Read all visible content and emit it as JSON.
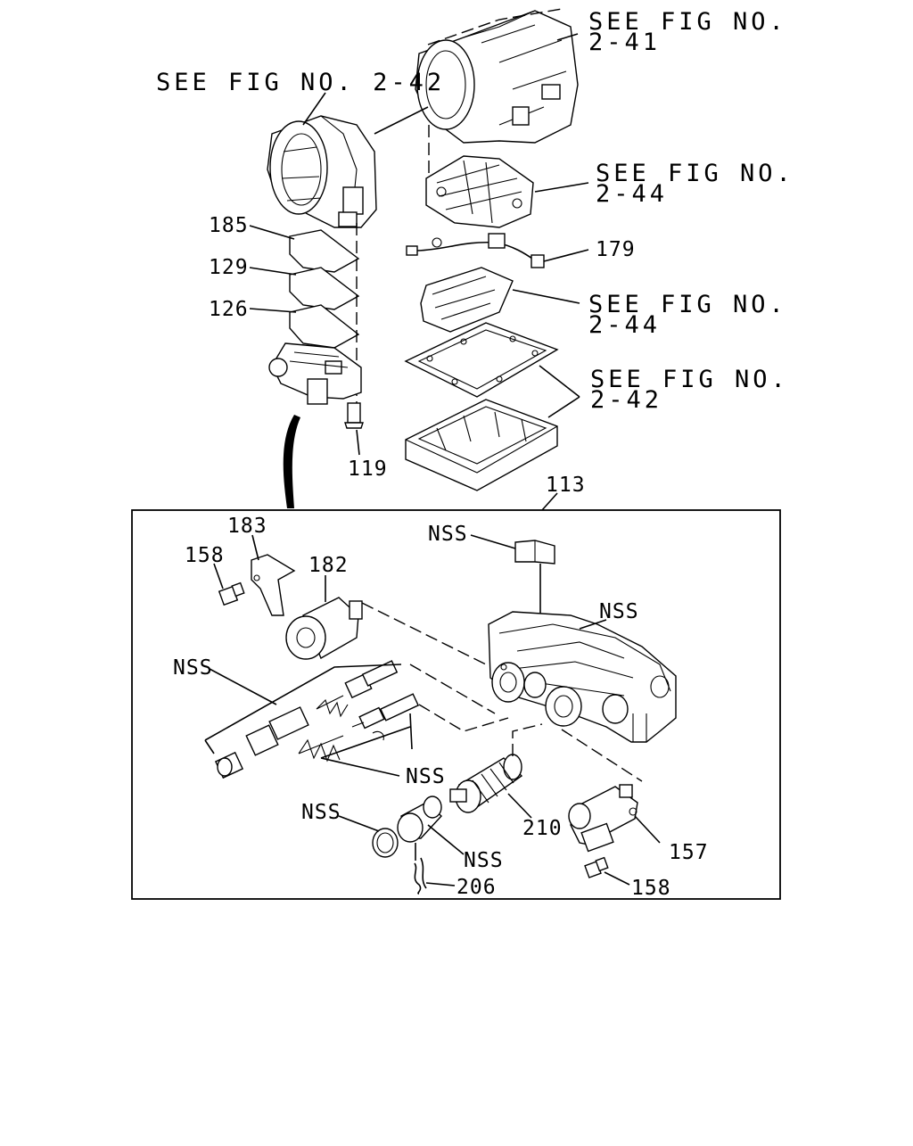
{
  "diagram": {
    "references": {
      "fig_2_41": [
        "SEE FIG NO.",
        "2-41"
      ],
      "fig_2_42_top": "SEE FIG NO. 2-42",
      "fig_2_44_valve": [
        "SEE FIG NO.",
        "2-44"
      ],
      "fig_2_44_plate": [
        "SEE FIG NO.",
        "2-44"
      ],
      "fig_2_42_pan": [
        "SEE FIG NO.",
        "2-42"
      ]
    },
    "part_numbers": {
      "p185": "185",
      "p129": "129",
      "p126": "126",
      "p119": "119",
      "p179": "179",
      "p113": "113",
      "p183": "183",
      "p158_top": "158",
      "p182": "182",
      "p158_bottom": "158",
      "p157": "157",
      "p210": "210",
      "p206": "206"
    },
    "nss_labels": {
      "bracket": "NSS",
      "body": "NSS",
      "valves": "NSS",
      "springs": "NSS",
      "oring": "NSS",
      "plug": "NSS"
    }
  }
}
